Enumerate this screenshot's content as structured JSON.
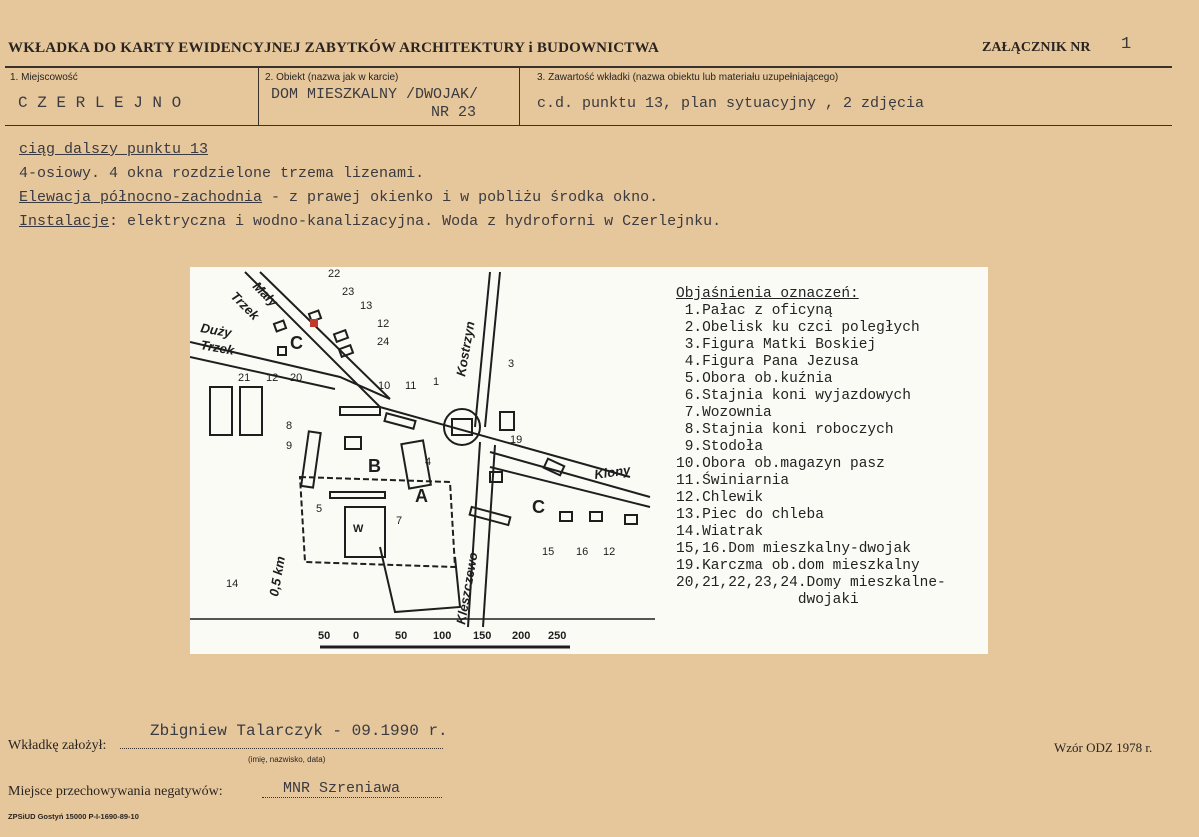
{
  "header": {
    "title": "WKŁADKA DO KARTY EWIDENCYJNEJ ZABYTKÓW ARCHITEKTURY i BUDOWNICTWA",
    "annex_label": "ZAŁĄCZNIK NR",
    "annex_number": "1"
  },
  "fields": {
    "f1_label": "1. Miejscowość",
    "f1_value": "C Z E R L E J N O",
    "f2_label": "2. Obiekt (nazwa jak w karcie)",
    "f2_value_line1": "DOM MIESZKALNY /DWOJAK/",
    "f2_value_line2": "NR 23",
    "f3_label": "3. Zawartość wkładki (nazwa obiektu lub materiału uzupełniającego)",
    "f3_value": "c.d. punktu 13, plan sytuacyjny , 2 zdjęcia"
  },
  "body": {
    "line1": "ciąg dalszy punktu 13",
    "line2": "4-osiowy. 4 okna rozdzielone trzema lizenami.",
    "line3_u": "Elewacja północno-zachodnia",
    "line3_rest": " - z prawej okienko i w pobliżu środka okno.",
    "line4_u": "Instalacje",
    "line4_rest": ": elektryczna i wodno-kanalizacyjna. Woda z hydroforni w Czerlejnku."
  },
  "map": {
    "labels": {
      "maly": "Mały",
      "trzek": "Trzek",
      "duzy": "Duży",
      "trzek2": "Trzek",
      "kostrzyn": "Kostrzyn",
      "klony": "Klony",
      "kleszczewo": "Kleszczewo",
      "dist": "0,5 km",
      "A": "A",
      "B": "B",
      "C": "C",
      "C2": "C",
      "W": "W",
      "n22": "22",
      "n23": "23",
      "n13": "13",
      "n12": "12",
      "n24": "24",
      "n3": "3",
      "n21": "21",
      "n12b": "12",
      "n20": "20",
      "n10": "10",
      "n11": "11",
      "n1": "1",
      "n8": "8",
      "n9": "9",
      "n19": "19",
      "n5": "5",
      "n7": "7",
      "n4": "4",
      "n14": "14",
      "n15": "15",
      "n16": "16",
      "n12c": "12"
    },
    "scale": [
      "50",
      "0",
      "50",
      "100",
      "150",
      "200",
      "250"
    ],
    "legend_title": "Objaśnienia oznaczeń:",
    "legend": [
      " 1.Pałac z oficyną",
      " 2.Obelisk ku czci poległych",
      " 3.Figura Matki Boskiej",
      " 4.Figura Pana Jezusa",
      " 5.Obora ob.kuźnia",
      " 6.Stajnia koni wyjazdowych",
      " 7.Wozownia",
      " 8.Stajnia koni roboczych",
      " 9.Stodoła",
      "10.Obora ob.magazyn pasz",
      "11.Świniarnia",
      "12.Chlewik",
      "13.Piec do chleba",
      "14.Wiatrak",
      "15,16.Dom mieszkalny-dwojak",
      "19.Karczma ob.dom mieszkalny",
      "20,21,22,23,24.Domy mieszkalne-",
      "              dwojaki"
    ]
  },
  "footer": {
    "founded_label": "Wkładkę założył:",
    "founded_value": "Zbigniew Talarczyk - 09.1990 r.",
    "founded_hint": "(imię, nazwisko, data)",
    "model": "Wzór ODZ 1978 r.",
    "neg_label": "Miejsce przechowywania negatywów:",
    "neg_value": "MNR Szreniawa",
    "print": "ZPSiUD Gostyń 15000 P-I-1690-89-10"
  },
  "colors": {
    "paper": "#e6c79c",
    "ink": "#2a2420",
    "typewriter": "#3a3a40",
    "highlight": "#c0392b"
  }
}
